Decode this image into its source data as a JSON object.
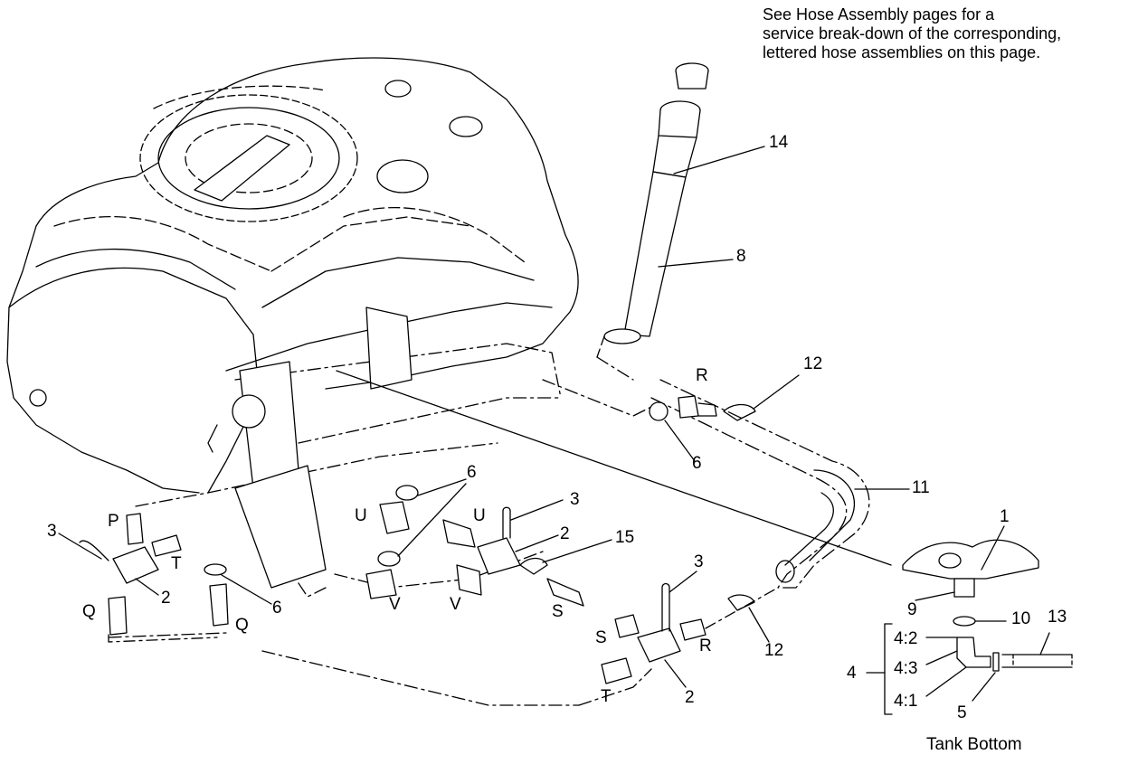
{
  "note": {
    "line1": "See Hose Assembly pages for a",
    "line2": "service break-down of the corresponding,",
    "line3": "lettered hose assemblies on this page."
  },
  "caption": "Tank Bottom",
  "callouts": {
    "c14": "14",
    "c8": "8",
    "c12a": "12",
    "cRa": "R",
    "c6a": "6",
    "c11": "11",
    "c1": "1",
    "c9": "9",
    "c10": "10",
    "c13": "13",
    "c42": "4:2",
    "c43": "4:3",
    "c41": "4:1",
    "c4": "4",
    "c5": "5",
    "c3a": "3",
    "cP": "P",
    "cTa": "T",
    "c2a": "2",
    "cQa": "Q",
    "cQb": "Q",
    "c6b": "6",
    "cUa": "U",
    "cUb": "U",
    "c6c": "6",
    "c3b": "3",
    "c2b": "2",
    "c15": "15",
    "cVa": "V",
    "cVb": "V",
    "cSa": "S",
    "cSb": "S",
    "c3c": "3",
    "cRb": "R",
    "c12b": "12",
    "cTb": "T",
    "c2c": "2"
  }
}
